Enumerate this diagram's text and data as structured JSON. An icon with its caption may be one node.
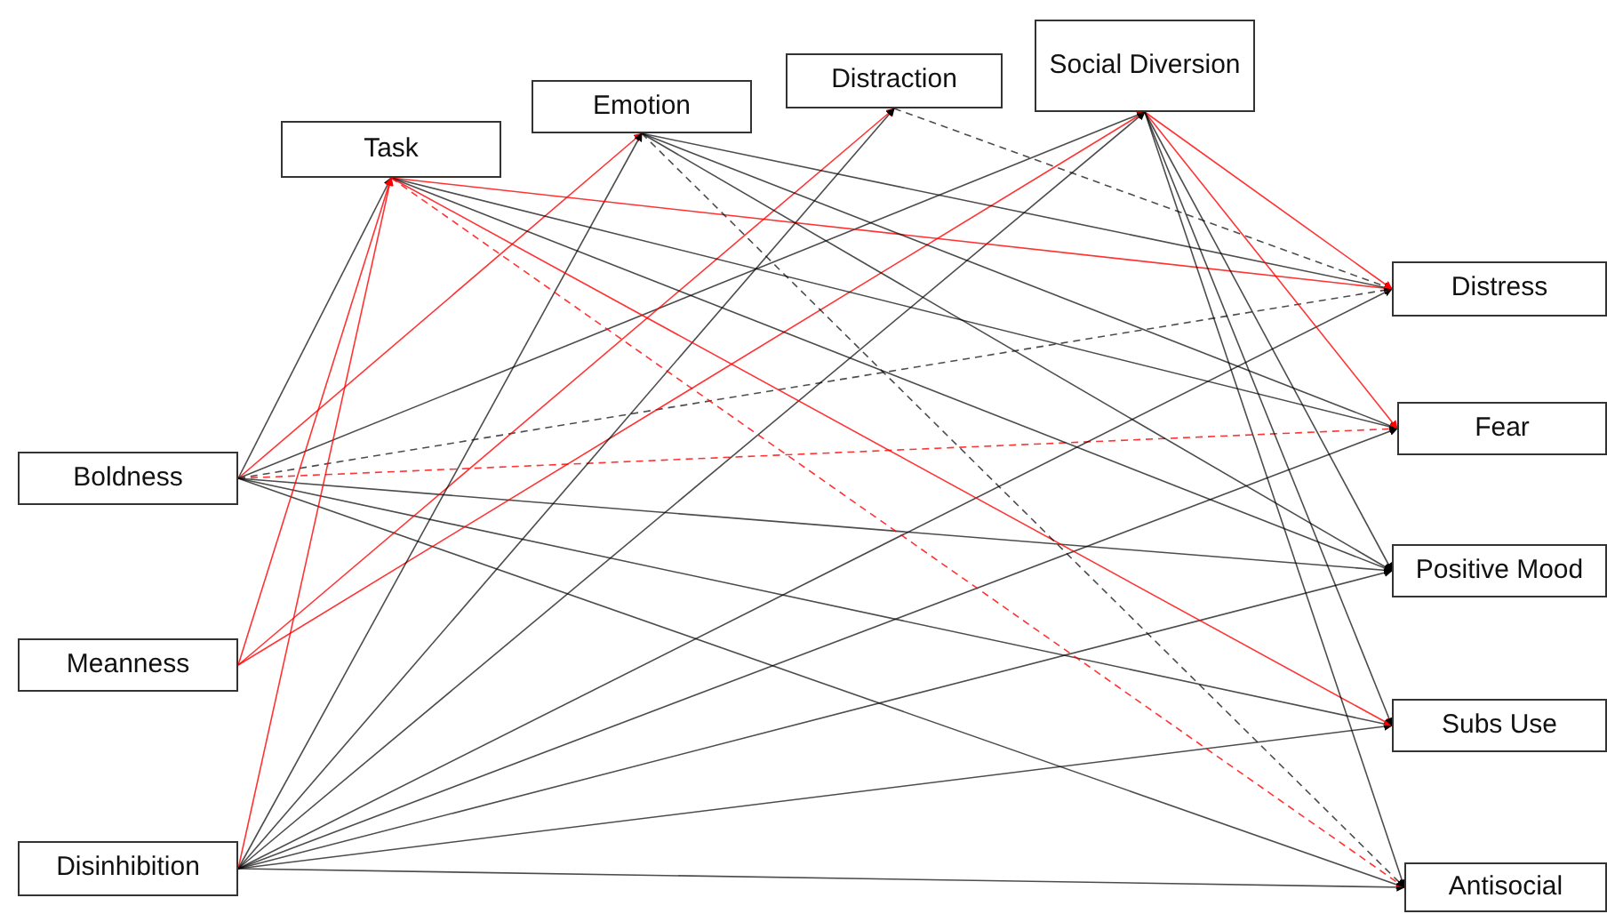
{
  "diagram": {
    "nodes": [
      {
        "text": [
          "Task"
        ]
      },
      {
        "text": [
          "Emotion"
        ]
      },
      {
        "text": [
          "Distraction"
        ]
      },
      {
        "text": [
          "Social Diversion"
        ]
      },
      {
        "text": [
          "Boldness"
        ]
      },
      {
        "text": [
          "Meanness"
        ]
      },
      {
        "text": [
          "Disinhibition"
        ]
      },
      {
        "text": [
          "Distress"
        ]
      },
      {
        "text": [
          "Fear"
        ]
      },
      {
        "text": [
          "Positive Mood"
        ]
      },
      {
        "text": [
          "Subs Use"
        ]
      },
      {
        "text": [
          "Antisocial"
        ]
      }
    ],
    "edges": [
      {
        "from": 4,
        "to": 0,
        "arrow": "to"
      },
      {
        "from": 4,
        "to": 1,
        "arrow": "to",
        "color": "#ff0000"
      },
      {
        "from": 4,
        "to": 3,
        "arrow": "to"
      },
      {
        "from": 4,
        "to": 7,
        "arrow": "to",
        "style": "dashed"
      },
      {
        "from": 4,
        "to": 8,
        "arrow": "to",
        "style": "dashed",
        "color": "#ff0000"
      },
      {
        "from": 4,
        "to": 9,
        "arrow": "to"
      },
      {
        "from": 4,
        "to": 10,
        "arrow": "to"
      },
      {
        "from": 4,
        "to": 11,
        "arrow": "to"
      },
      {
        "from": 5,
        "to": 0,
        "arrow": "to",
        "color": "#ff0000"
      },
      {
        "from": 5,
        "to": 2,
        "arrow": "to",
        "color": "#ff0000"
      },
      {
        "from": 5,
        "to": 3,
        "arrow": "to",
        "color": "#ff0000"
      },
      {
        "from": 6,
        "to": 0,
        "arrow": "to",
        "color": "#ff0000"
      },
      {
        "from": 6,
        "to": 1,
        "arrow": "to"
      },
      {
        "from": 6,
        "to": 2,
        "arrow": "to"
      },
      {
        "from": 6,
        "to": 3,
        "arrow": "to"
      },
      {
        "from": 6,
        "to": 7,
        "arrow": "to"
      },
      {
        "from": 6,
        "to": 8,
        "arrow": "to"
      },
      {
        "from": 6,
        "to": 9,
        "arrow": "to"
      },
      {
        "from": 6,
        "to": 10,
        "arrow": "to"
      },
      {
        "from": 6,
        "to": 11,
        "arrow": "to"
      },
      {
        "from": 0,
        "to": 7,
        "arrow": "to",
        "color": "#ff0000"
      },
      {
        "from": 0,
        "to": 8,
        "arrow": "to"
      },
      {
        "from": 0,
        "to": 9,
        "arrow": "to"
      },
      {
        "from": 0,
        "to": 10,
        "arrow": "to",
        "color": "#ff0000"
      },
      {
        "from": 0,
        "to": 11,
        "arrow": "to",
        "style": "dashed",
        "color": "#ff0000"
      },
      {
        "from": 1,
        "to": 7,
        "arrow": "to"
      },
      {
        "from": 1,
        "to": 8,
        "arrow": "to"
      },
      {
        "from": 1,
        "to": 9,
        "arrow": "to"
      },
      {
        "from": 1,
        "to": 11,
        "arrow": "to",
        "style": "dashed"
      },
      {
        "from": 2,
        "to": 7,
        "arrow": "to",
        "style": "dashed"
      },
      {
        "from": 3,
        "to": 7,
        "arrow": "to",
        "color": "#ff0000"
      },
      {
        "from": 3,
        "to": 8,
        "arrow": "to",
        "color": "#ff0000"
      },
      {
        "from": 3,
        "to": 9,
        "arrow": "to"
      },
      {
        "from": 3,
        "to": 10,
        "arrow": "to"
      },
      {
        "from": 3,
        "to": 11,
        "arrow": "to"
      }
    ]
  }
}
